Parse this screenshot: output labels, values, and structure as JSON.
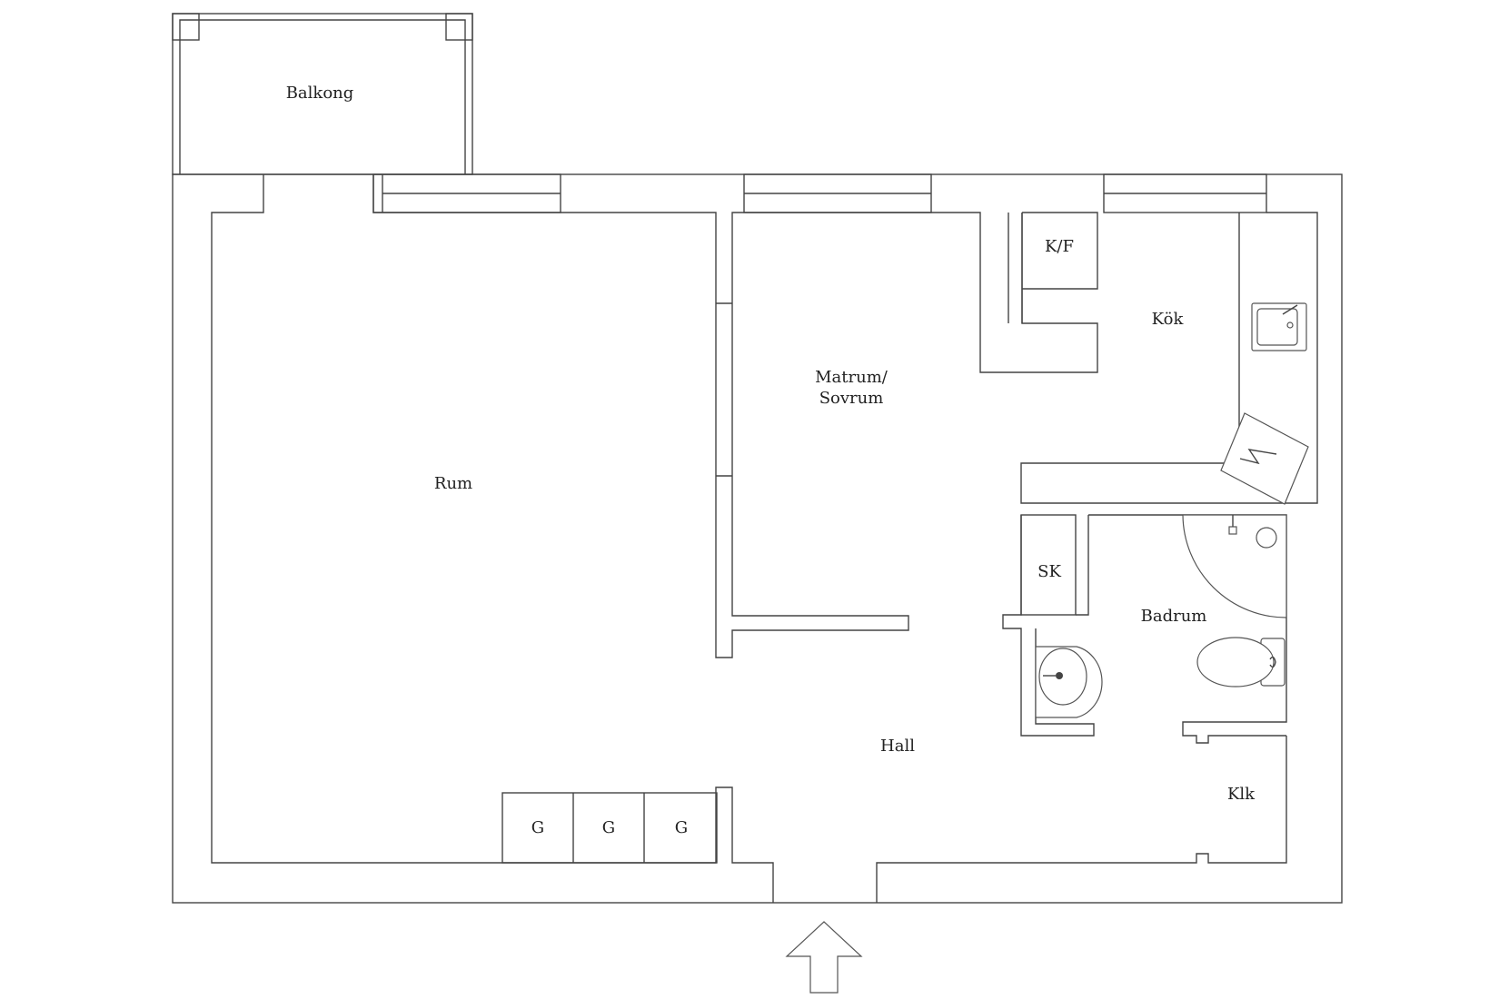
{
  "rooms": {
    "balkong": "Balkong",
    "rum": "Rum",
    "matrum": "Matrum/",
    "sovrum": "Sovrum",
    "kf": "K/F",
    "kok": "Kök",
    "sk": "SK",
    "badrum": "Badrum",
    "hall": "Hall",
    "klk": "Klk",
    "g1": "G",
    "g2": "G",
    "g3": "G"
  },
  "colors": {
    "line": "#444444",
    "background": "#ffffff",
    "text": "#222222"
  },
  "icons": {
    "entrance": "up-arrow-icon",
    "kitchen_sink": "sink-icon",
    "stove": "stove-icon",
    "shower": "shower-icon",
    "wash_basin": "basin-icon",
    "toilet": "toilet-icon"
  }
}
